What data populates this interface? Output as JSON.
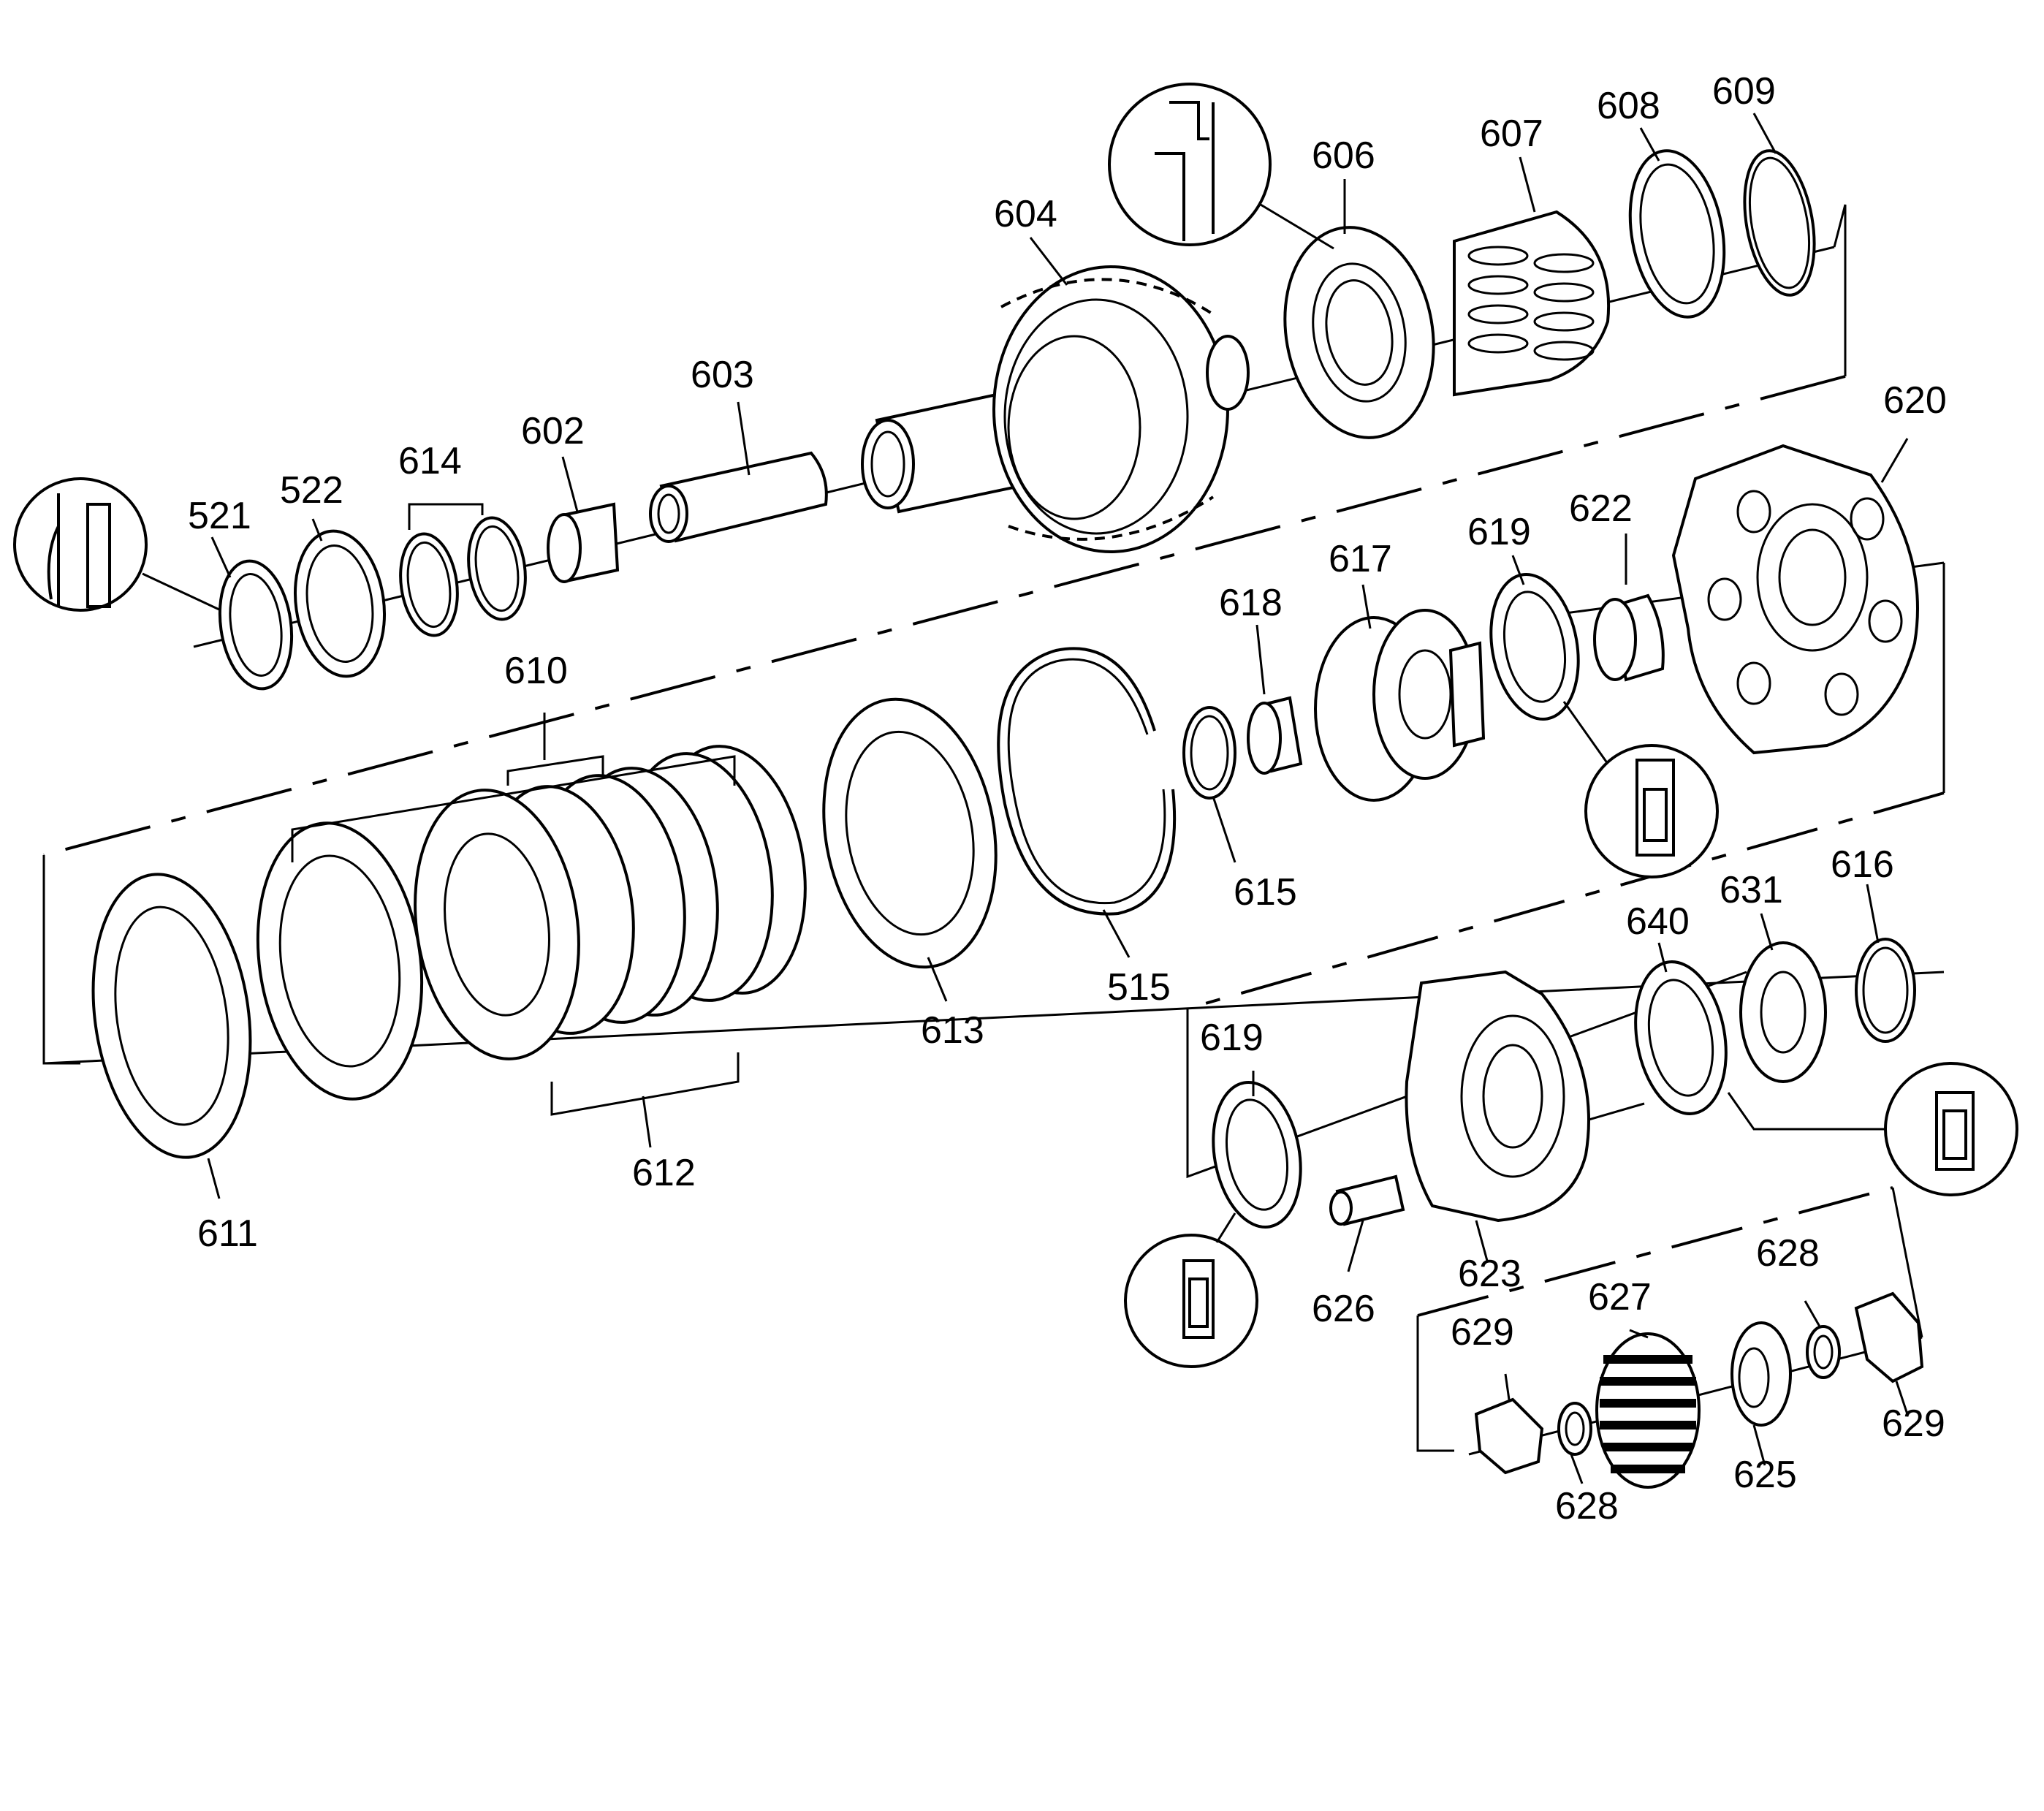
{
  "diagram": {
    "callouts": [
      {
        "id": "p521",
        "label": "521"
      },
      {
        "id": "p522",
        "label": "522"
      },
      {
        "id": "p614",
        "label": "614"
      },
      {
        "id": "p602",
        "label": "602"
      },
      {
        "id": "p603",
        "label": "603"
      },
      {
        "id": "p604",
        "label": "604"
      },
      {
        "id": "p606",
        "label": "606"
      },
      {
        "id": "p607",
        "label": "607"
      },
      {
        "id": "p608",
        "label": "608"
      },
      {
        "id": "p609",
        "label": "609"
      },
      {
        "id": "p620",
        "label": "620"
      },
      {
        "id": "p619a",
        "label": "619"
      },
      {
        "id": "p622",
        "label": "622"
      },
      {
        "id": "p617",
        "label": "617"
      },
      {
        "id": "p618",
        "label": "618"
      },
      {
        "id": "p610",
        "label": "610"
      },
      {
        "id": "p615",
        "label": "615"
      },
      {
        "id": "p515",
        "label": "515"
      },
      {
        "id": "p613",
        "label": "613"
      },
      {
        "id": "p611",
        "label": "611"
      },
      {
        "id": "p612",
        "label": "612"
      },
      {
        "id": "p640",
        "label": "640"
      },
      {
        "id": "p631",
        "label": "631"
      },
      {
        "id": "p616",
        "label": "616"
      },
      {
        "id": "p619b",
        "label": "619"
      },
      {
        "id": "p623",
        "label": "623"
      },
      {
        "id": "p626",
        "label": "626"
      },
      {
        "id": "p627",
        "label": "627"
      },
      {
        "id": "p628a",
        "label": "628"
      },
      {
        "id": "p629a",
        "label": "629"
      },
      {
        "id": "p628b",
        "label": "628"
      },
      {
        "id": "p625",
        "label": "625"
      },
      {
        "id": "p629b",
        "label": "629"
      }
    ]
  }
}
